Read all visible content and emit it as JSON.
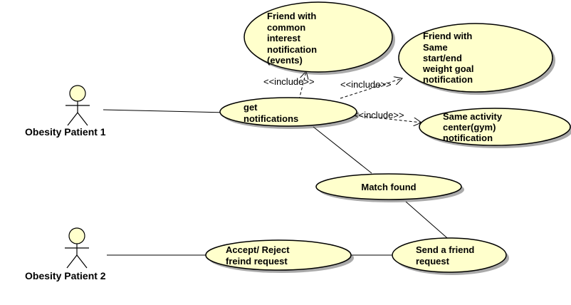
{
  "colors": {
    "usecase_fill": "#ffffcc",
    "stroke": "#000000",
    "shadow": "#555555",
    "background": "#ffffff"
  },
  "actors": [
    {
      "id": "patient1",
      "label": "Obesity Patient 1"
    },
    {
      "id": "patient2",
      "label": "Obesity Patient 2"
    }
  ],
  "use_cases": [
    {
      "id": "common_interest",
      "lines": [
        "Friend with",
        "common",
        "interest",
        "notification",
        "(events)"
      ]
    },
    {
      "id": "same_goal",
      "lines": [
        "Friend with",
        "Same",
        "start/end",
        "weight goal",
        "notification"
      ]
    },
    {
      "id": "get_notifications",
      "lines": [
        "get",
        "notifications"
      ]
    },
    {
      "id": "same_gym",
      "lines": [
        "Same activity",
        "center(gym)",
        "notification"
      ]
    },
    {
      "id": "match_found",
      "lines": [
        "Match found"
      ]
    },
    {
      "id": "accept_reject",
      "lines": [
        "Accept/ Reject",
        "freind request"
      ]
    },
    {
      "id": "send_request",
      "lines": [
        "Send a friend",
        "request"
      ]
    }
  ],
  "relations": [
    {
      "type": "include",
      "label": "<<include>>"
    },
    {
      "type": "include",
      "label": "<<include>>"
    },
    {
      "type": "include",
      "label": "<<include>>"
    }
  ]
}
